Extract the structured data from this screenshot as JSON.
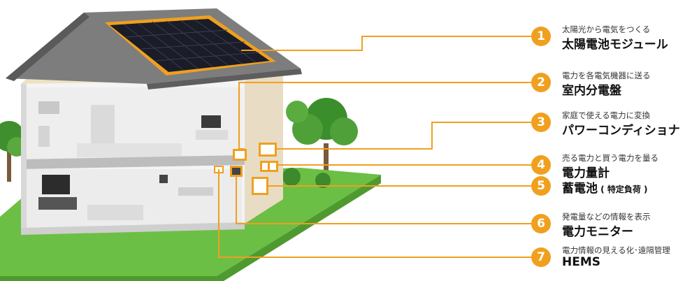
{
  "accent_color": "#f0a01e",
  "items": [
    {
      "number": "1",
      "description": "太陽光から電気をつくる",
      "name": "太陽電池モジュール"
    },
    {
      "number": "2",
      "description": "電力を各電気機器に送る",
      "name": "室内分電盤"
    },
    {
      "number": "3",
      "description": "家庭で使える電力に変換",
      "name": "パワーコンディショナ"
    },
    {
      "number": "4",
      "description": "売る電力と買う電力を量る",
      "name": "電力量計"
    },
    {
      "number": "5",
      "description": "",
      "name": "蓄電池",
      "note": "( 特定負荷 )"
    },
    {
      "number": "6",
      "description": "発電量などの情報を表示",
      "name": "電力モニター"
    },
    {
      "number": "7",
      "description": "電力情報の見える化･遠隔管理",
      "name": "HEMS"
    }
  ]
}
